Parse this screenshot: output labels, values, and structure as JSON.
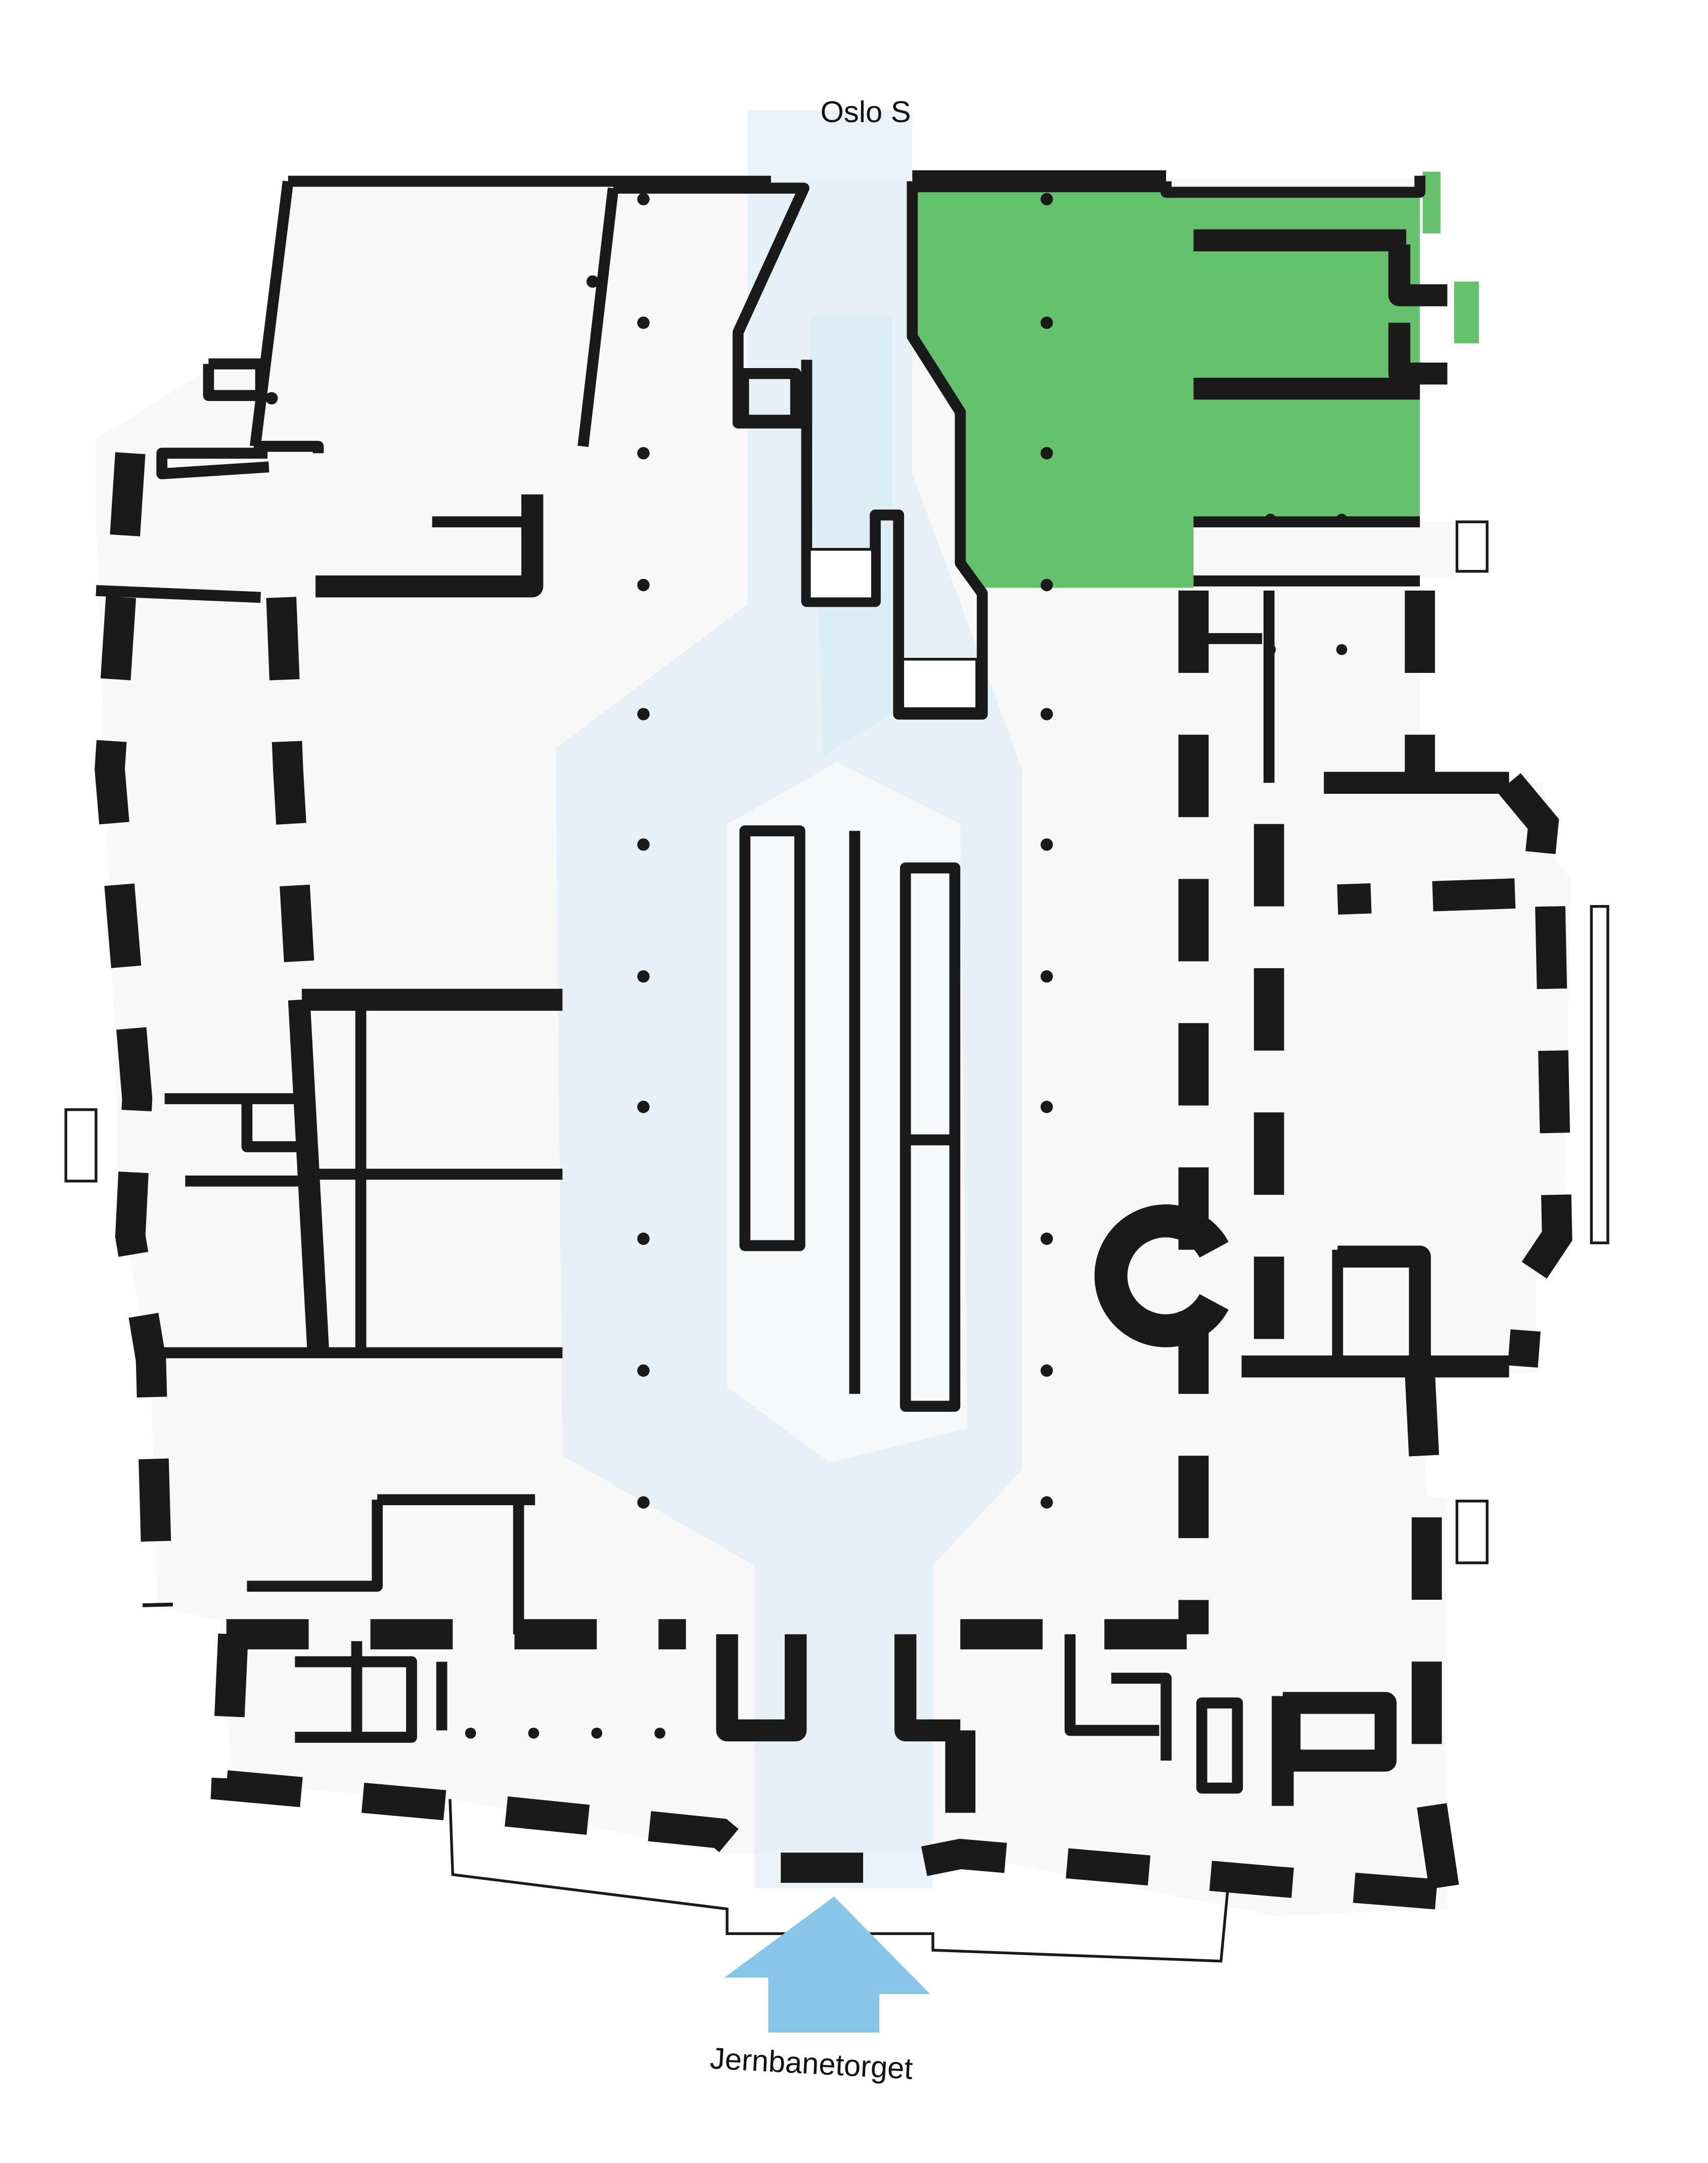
{
  "map": {
    "top_label": "Oslo S",
    "bottom_label": "Jernbanetorget",
    "colors": {
      "background": "#ffffff",
      "floor": "#f8f8f8",
      "walls": "#1a1a1a",
      "walkway": "#d6e9f5",
      "highlight": "#63c26b",
      "entrance_arrow": "#88c5e6"
    },
    "highlighted_area": "green-zone",
    "entrance_marker": "arrow-up-icon"
  }
}
